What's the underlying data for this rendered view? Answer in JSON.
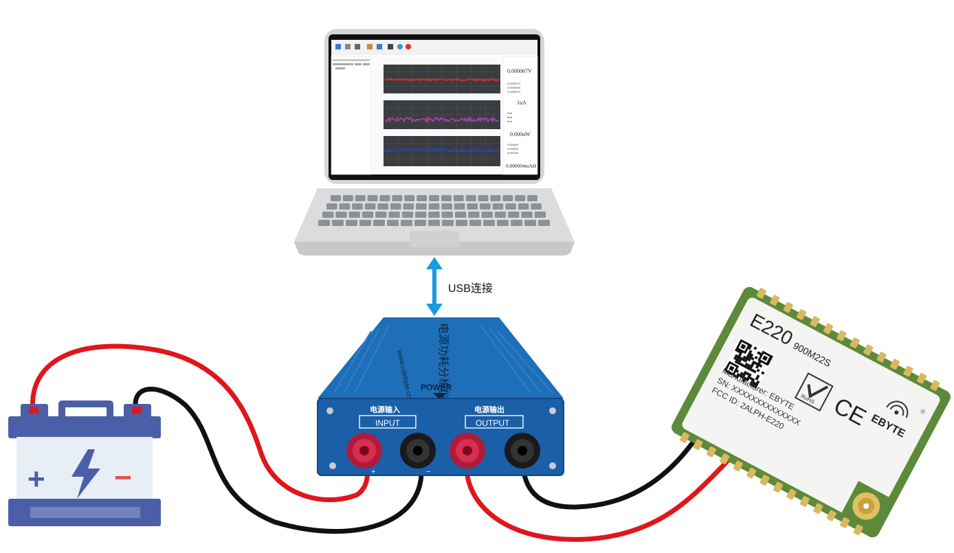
{
  "connection": {
    "label": "USB连接"
  },
  "laptop": {
    "readings": {
      "voltage": "0.000067V",
      "current": "1uA",
      "power": "0.000uW",
      "energy": "0.000004mAH",
      "sub_voltage": [
        "0.000067V",
        "0.000063V",
        "0.000067V"
      ],
      "sub_current": [
        "0uA",
        "0uA",
        "0uA"
      ],
      "sub_power": [
        "0.000uW",
        "0.000uW",
        "0.000uW"
      ]
    },
    "trace_colors": [
      "#d42a2a",
      "#c040c0",
      "#2a40c0"
    ]
  },
  "analyzer": {
    "brand": "POWER",
    "input_label_cn": "电源输入",
    "input_label_en": "INPUT",
    "output_label_cn": "电源输出",
    "output_label_en": "OUTPUT",
    "side_text": "www.cdebyte.com",
    "top_text": "电源功耗分析仪",
    "plus": "+",
    "minus": "−",
    "body_color": "#1a5fa8"
  },
  "module": {
    "model": "E220",
    "variant": "900M22S",
    "rohs": "RoHS",
    "ce": "CE",
    "brand": "EBYTE",
    "registered": "®",
    "manufacturer": "Manufacturer: EBYTE",
    "sn": "SN: XXXXXXXXXXXXXX",
    "fcc": "FCC ID: 2ALPH-E220"
  },
  "battery": {
    "plus": "+",
    "minus": "−",
    "body_color": "#e8eef6",
    "accent_color": "#4a5fa8"
  },
  "wires": {
    "positive_color": "#e0161c",
    "negative_color": "#111111"
  },
  "arrow_color": "#1a9ae0"
}
